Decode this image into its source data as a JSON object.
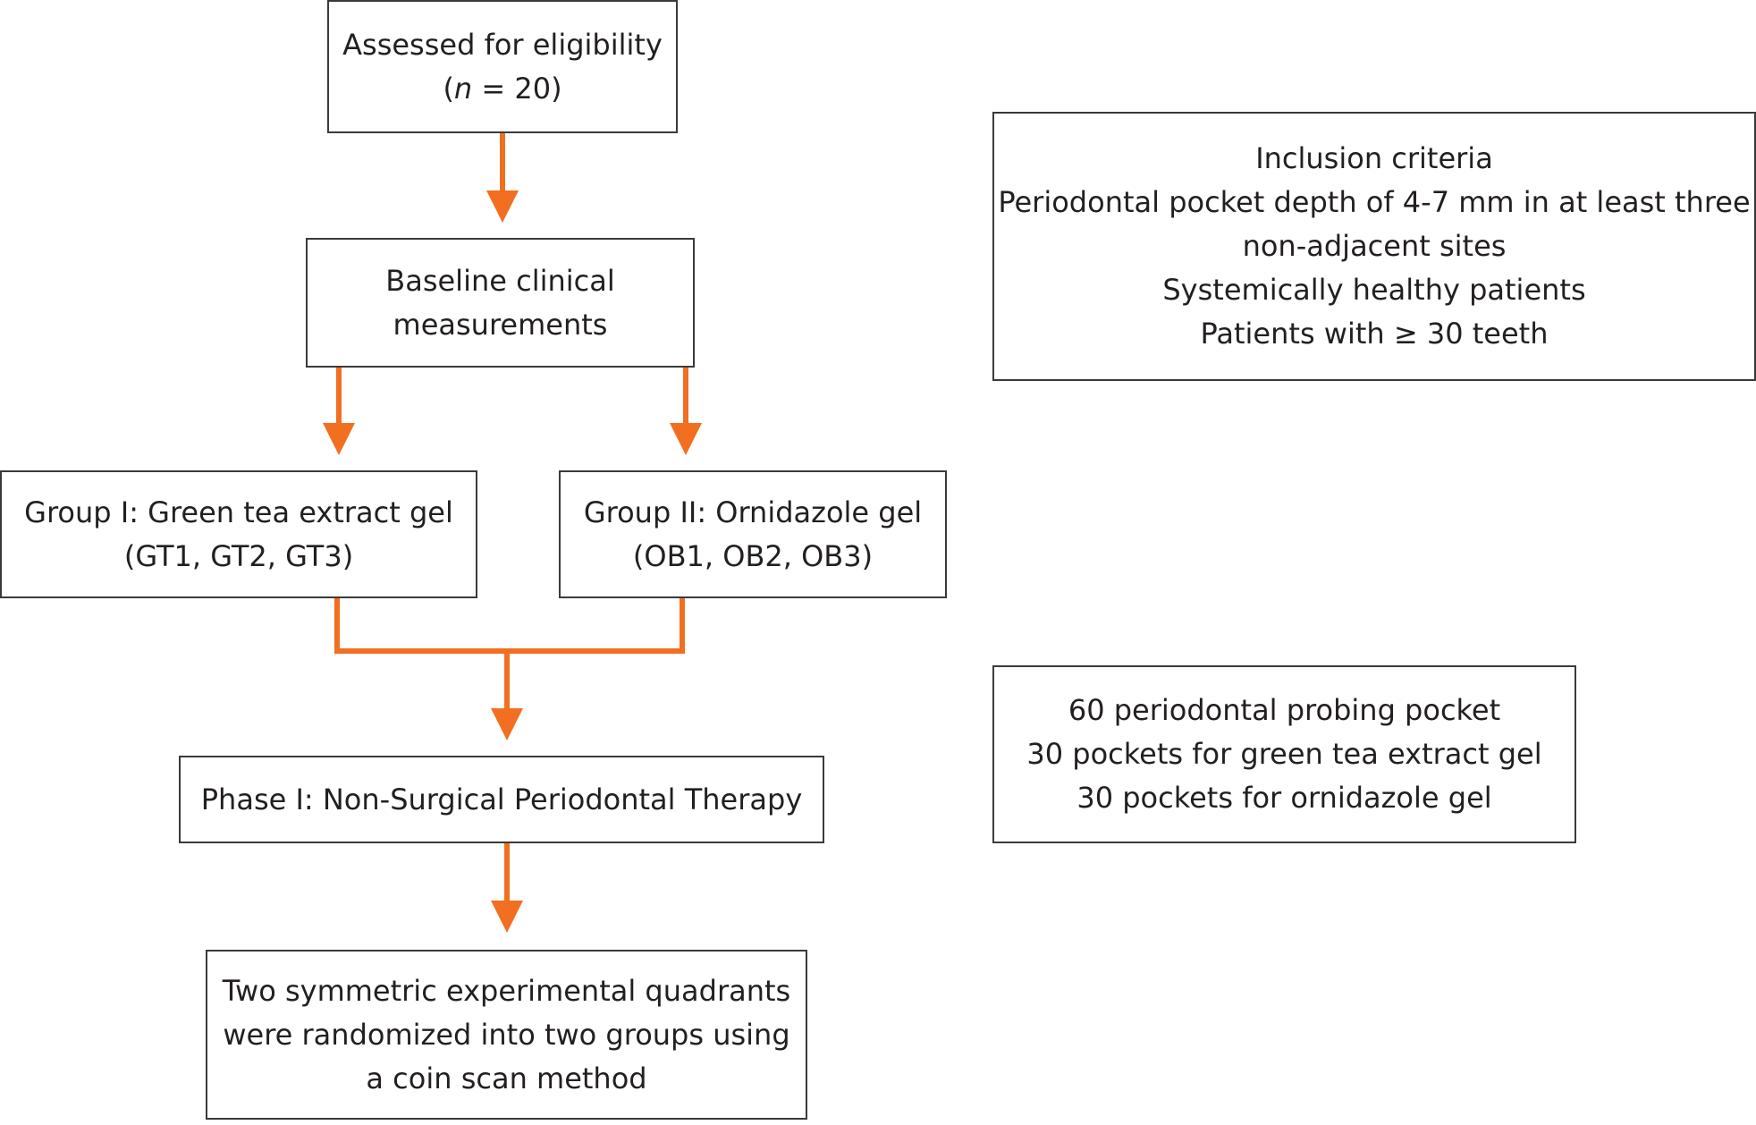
{
  "flowchart": {
    "eligibility": {
      "label": "Assessed for eligibility",
      "n_prefix": "(",
      "n_symbol": "n",
      "n_suffix": " = 20)"
    },
    "baseline": {
      "line1": "Baseline clinical",
      "line2": "measurements"
    },
    "group1": {
      "line1": "Group I: Green tea extract gel",
      "line2": "(GT1, GT2, GT3)"
    },
    "group2": {
      "line1": "Group II: Ornidazole gel",
      "line2": "(OB1, OB2, OB3)"
    },
    "phase1": {
      "label": "Phase I: Non-Surgical Periodontal Therapy"
    },
    "randomization": {
      "line1": "Two symmetric experimental quadrants",
      "line2": "were randomized into two groups using",
      "line3": "a coin scan method"
    }
  },
  "inclusion": {
    "title": "Inclusion criteria",
    "line1": "Periodontal pocket depth of 4-7 mm in at least three",
    "line2": "non-adjacent sites",
    "line3": "Systemically healthy patients",
    "line4": "Patients with ≥ 30 teeth"
  },
  "pockets": {
    "line1": "60 periodontal probing pocket",
    "line2": "30 pockets for green tea extract gel",
    "line3": "30 pockets for ornidazole gel"
  },
  "colors": {
    "arrow": "#f26f21",
    "border": "#3a3a3a",
    "text": "#231f20"
  }
}
